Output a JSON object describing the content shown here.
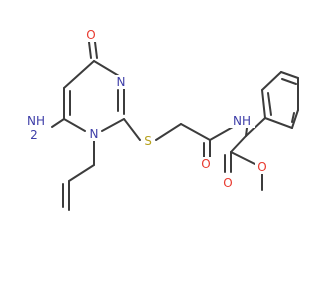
{
  "colors": {
    "bond": "#3c3c3c",
    "carbon": "#3c3c3c",
    "nitrogen": "#3e3ea8",
    "oxygen": "#e83a2f",
    "sulfur": "#b7a21e",
    "background": "#ffffff"
  },
  "atoms": {
    "ring_oxygen": "O",
    "ring_n3": "N",
    "ring_n1": "N",
    "amine": "NH",
    "amine_sub": "2",
    "sulfur": "S",
    "amide_nh": "NH",
    "amide_oxygen": "O",
    "ester_oxygen_carbonyl": "O",
    "ester_oxygen_ether": "O"
  }
}
